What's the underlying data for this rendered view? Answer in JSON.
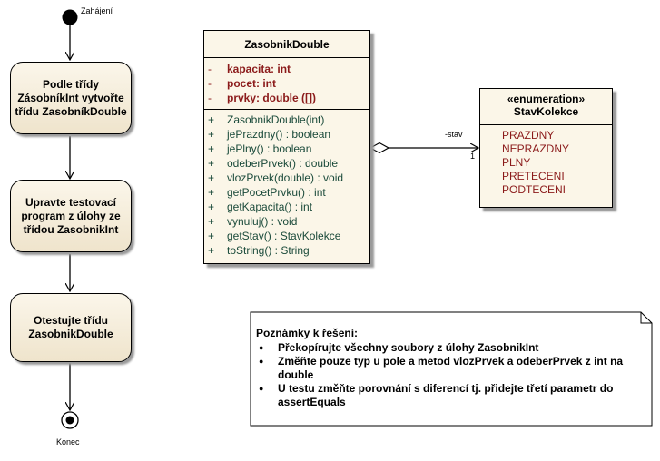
{
  "activity": {
    "start_label": "Zahájení",
    "end_label": "Konec",
    "actions": [
      {
        "label": "Podle třídy ZásobníkInt vytvořte třídu ZasobníkDouble"
      },
      {
        "label": "Upravte testovací program z úlohy ze třídou ZasobnikInt"
      },
      {
        "label": "Otestujte třídu ZasobnikDouble"
      }
    ]
  },
  "class_box": {
    "name": "ZasobnikDouble",
    "attributes": [
      {
        "vis": "-",
        "text": "kapacita:  int"
      },
      {
        "vis": "-",
        "text": "pocet:  int"
      },
      {
        "vis": "-",
        "text": "prvky:  double ([])"
      }
    ],
    "operations": [
      {
        "vis": "+",
        "text": "ZasobnikDouble(int)"
      },
      {
        "vis": "+",
        "text": "jePrazdny() : boolean"
      },
      {
        "vis": "+",
        "text": "jePlny() : boolean"
      },
      {
        "vis": "+",
        "text": "odeberPrvek() : double"
      },
      {
        "vis": "+",
        "text": "vlozPrvek(double) : void"
      },
      {
        "vis": "+",
        "text": "getPocetPrvku() : int"
      },
      {
        "vis": "+",
        "text": "getKapacita() : int"
      },
      {
        "vis": "+",
        "text": "vynuluj() : void"
      },
      {
        "vis": "+",
        "text": "getStav() : StavKolekce"
      },
      {
        "vis": "+",
        "text": "toString() : String"
      }
    ]
  },
  "association": {
    "role": "-stav",
    "multiplicity": "1"
  },
  "enum_box": {
    "stereotype": "«enumeration»",
    "name": "StavKolekce",
    "literals": [
      "PRAZDNY",
      "NEPRAZDNY",
      "PLNY",
      "PRETECENI",
      "PODTECENI"
    ]
  },
  "note": {
    "title": "Poznámky k řešení:",
    "items": [
      "Překopírujte všechny soubory z úlohy ZasobnikInt",
      "Změňte pouze typ u pole a metod vlozPrvek a odeberPrvek z int na double",
      "U testu změňte porovnání s diferencí tj. přidejte třetí parametr do assertEquals"
    ]
  }
}
